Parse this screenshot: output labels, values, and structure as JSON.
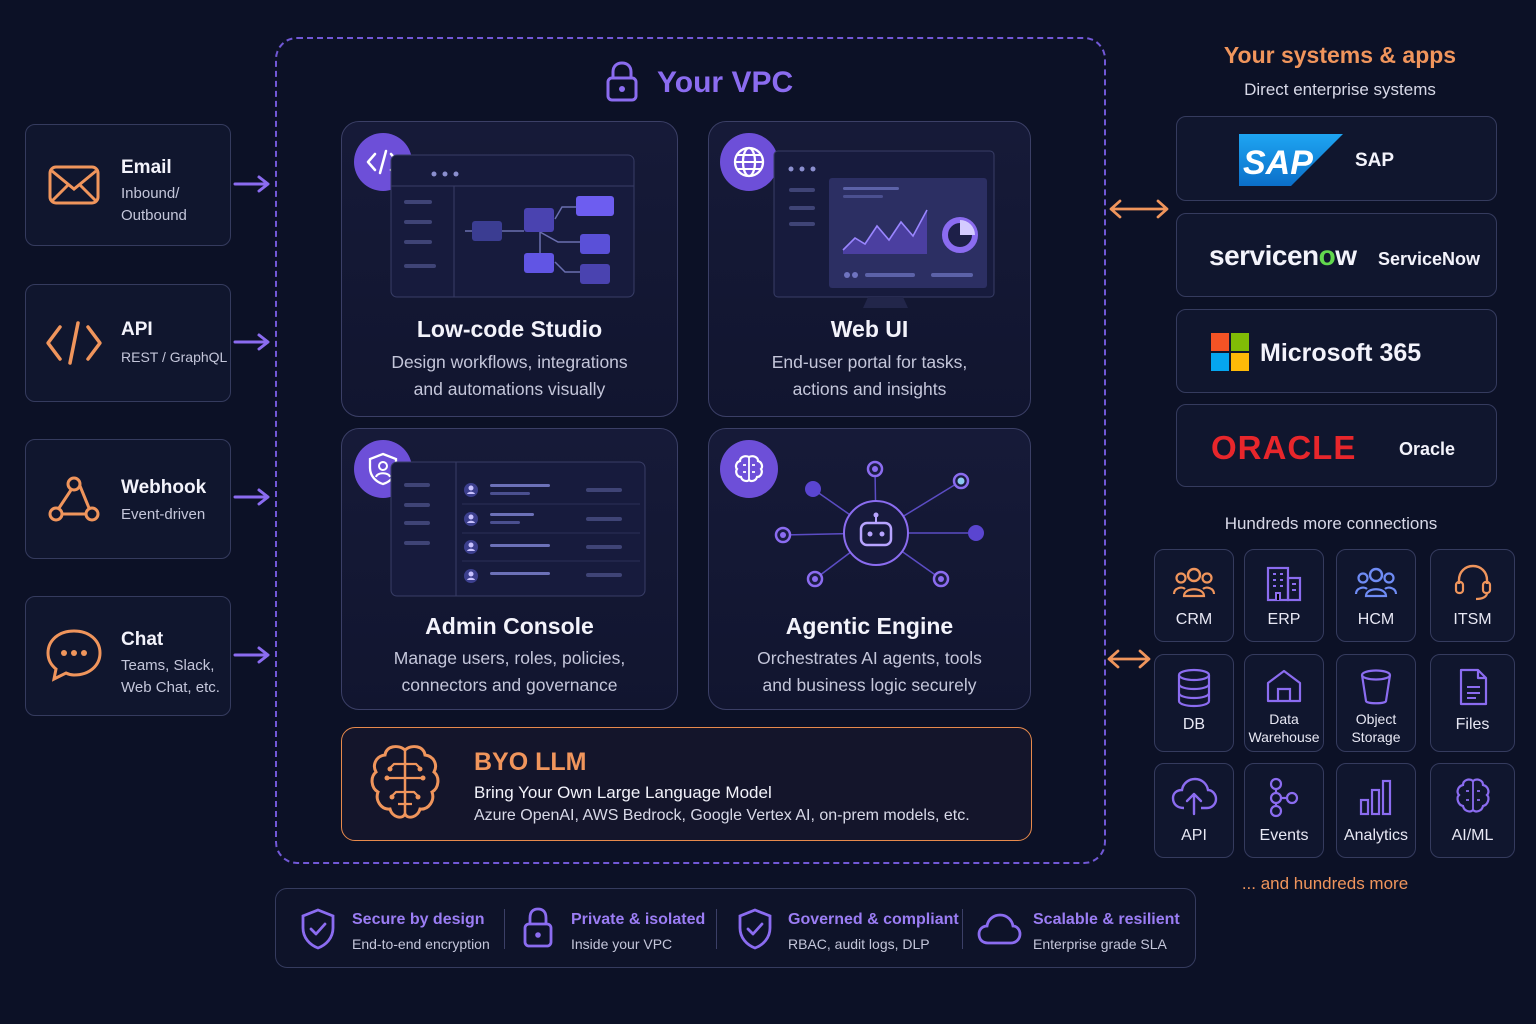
{
  "inputs": [
    {
      "title": "Email",
      "sub1": "Inbound/",
      "sub2": "Outbound",
      "icon": "mail-icon"
    },
    {
      "title": "API",
      "sub1": "REST / GraphQL",
      "icon": "code-icon"
    },
    {
      "title": "Webhook",
      "sub1": "Event-driven",
      "icon": "webhook-icon"
    },
    {
      "title": "Chat",
      "sub1": "Teams, Slack,",
      "sub2": "Web Chat, etc.",
      "icon": "chat-bubble-icon"
    }
  ],
  "vpc": {
    "title": "Your VPC",
    "cards": [
      {
        "title": "Low-code Studio",
        "desc1": "Design workflows, integrations",
        "desc2": "and automations visually",
        "icon": "code-icon"
      },
      {
        "title": "Web UI",
        "desc1": "End-user portal for tasks,",
        "desc2": "actions and insights",
        "icon": "globe-icon"
      },
      {
        "title": "Admin Console",
        "desc1": "Manage users, roles, policies,",
        "desc2": "connectors and governance",
        "icon": "shield-user-icon"
      },
      {
        "title": "Agentic Engine",
        "desc1": "Orchestrates AI agents, tools",
        "desc2": "and business logic securely",
        "icon": "brain-icon"
      }
    ],
    "llm": {
      "title": "BYO LLM",
      "line1": "Bring Your Own Large Language Model",
      "line2": "Azure OpenAI, AWS Bedrock, Google Vertex AI, on-prem models, etc.",
      "icon": "brain-circuit-icon"
    }
  },
  "features": [
    {
      "title": "Secure by design",
      "sub": "End-to-end encryption",
      "icon": "shield-check-icon"
    },
    {
      "title": "Private & isolated",
      "sub": "Inside your VPC",
      "icon": "lock-icon"
    },
    {
      "title": "Governed & compliant",
      "sub": "RBAC, audit logs, DLP",
      "icon": "shield-check-icon"
    },
    {
      "title": "Scalable & resilient",
      "sub": "Enterprise grade SLA",
      "icon": "cloud-icon"
    }
  ],
  "systems": {
    "title": "Your systems & apps",
    "subtitle": "Direct enterprise systems",
    "items": [
      {
        "logo": "SAP",
        "name": "SAP"
      },
      {
        "logo": "servicenow",
        "name": "ServiceNow"
      },
      {
        "logo": "Microsoft 365",
        "name": ""
      },
      {
        "logo": "ORACLE",
        "name": "Oracle"
      }
    ],
    "more_title": "Hundreds more connections",
    "tiles": [
      {
        "label": "CRM",
        "icon": "users-icon"
      },
      {
        "label": "ERP",
        "icon": "building-icon"
      },
      {
        "label": "HCM",
        "icon": "users-icon"
      },
      {
        "label": "ITSM",
        "icon": "headset-icon"
      },
      {
        "label": "DB",
        "icon": "database-icon"
      },
      {
        "label1": "Data",
        "label2": "Warehouse",
        "icon": "warehouse-icon"
      },
      {
        "label1": "Object",
        "label2": "Storage",
        "icon": "bucket-icon"
      },
      {
        "label": "Files",
        "icon": "file-icon"
      },
      {
        "label": "API",
        "icon": "cloud-upload-icon"
      },
      {
        "label": "Events",
        "icon": "nodes-icon"
      },
      {
        "label": "Analytics",
        "icon": "bar-chart-icon"
      },
      {
        "label": "AI/ML",
        "icon": "brain-icon"
      }
    ],
    "footer": "... and hundreds more"
  },
  "colors": {
    "background": "#0c1126",
    "purple": "#7b5cf0",
    "orange": "#f0955c",
    "border": "#353b5e"
  }
}
